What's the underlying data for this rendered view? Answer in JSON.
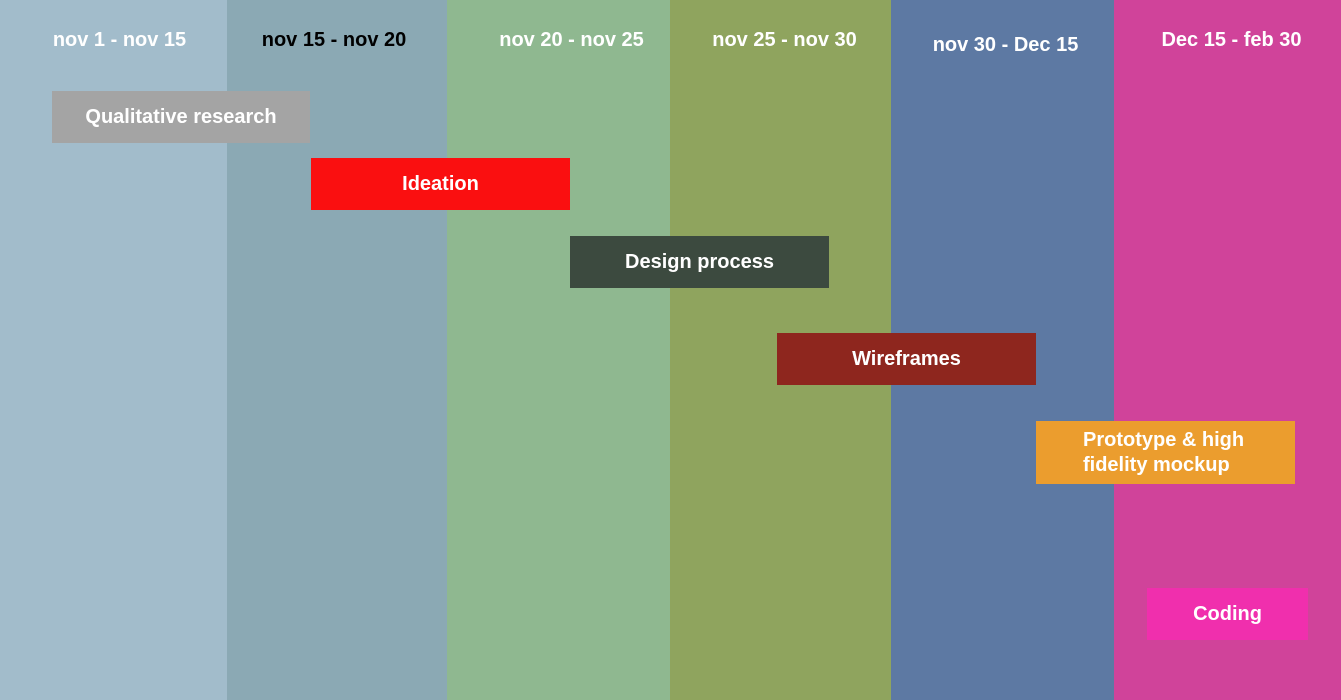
{
  "columns": [
    {
      "label": "nov 1 - nov 15",
      "color": "#a2bccb",
      "text_color": "#ffffff"
    },
    {
      "label": "nov 15 - nov 20",
      "color": "#8ba9b4",
      "text_color": "#000000"
    },
    {
      "label": "nov 20 - nov 25",
      "color": "#8fb890",
      "text_color": "#ffffff"
    },
    {
      "label": "nov 25 - nov  30",
      "color": "#8fa45e",
      "text_color": "#ffffff"
    },
    {
      "label": "nov 30 - Dec  15",
      "color": "#5d79a3",
      "text_color": "#ffffff"
    },
    {
      "label": "Dec 15 -  feb  30",
      "color": "#d0439a",
      "text_color": "#ffffff"
    }
  ],
  "tasks": [
    {
      "label": "Qualitative research",
      "color": "#a4a4a4"
    },
    {
      "label": "Ideation",
      "color": "#fa0f10"
    },
    {
      "label": "Design process",
      "color": "#3c4a3f"
    },
    {
      "label": "Wireframes",
      "color": "#8e261e"
    },
    {
      "label": "Prototype & high fidelity mockup",
      "color": "#eb9d2e"
    },
    {
      "label": "Coding",
      "color": "#f02fad"
    }
  ]
}
